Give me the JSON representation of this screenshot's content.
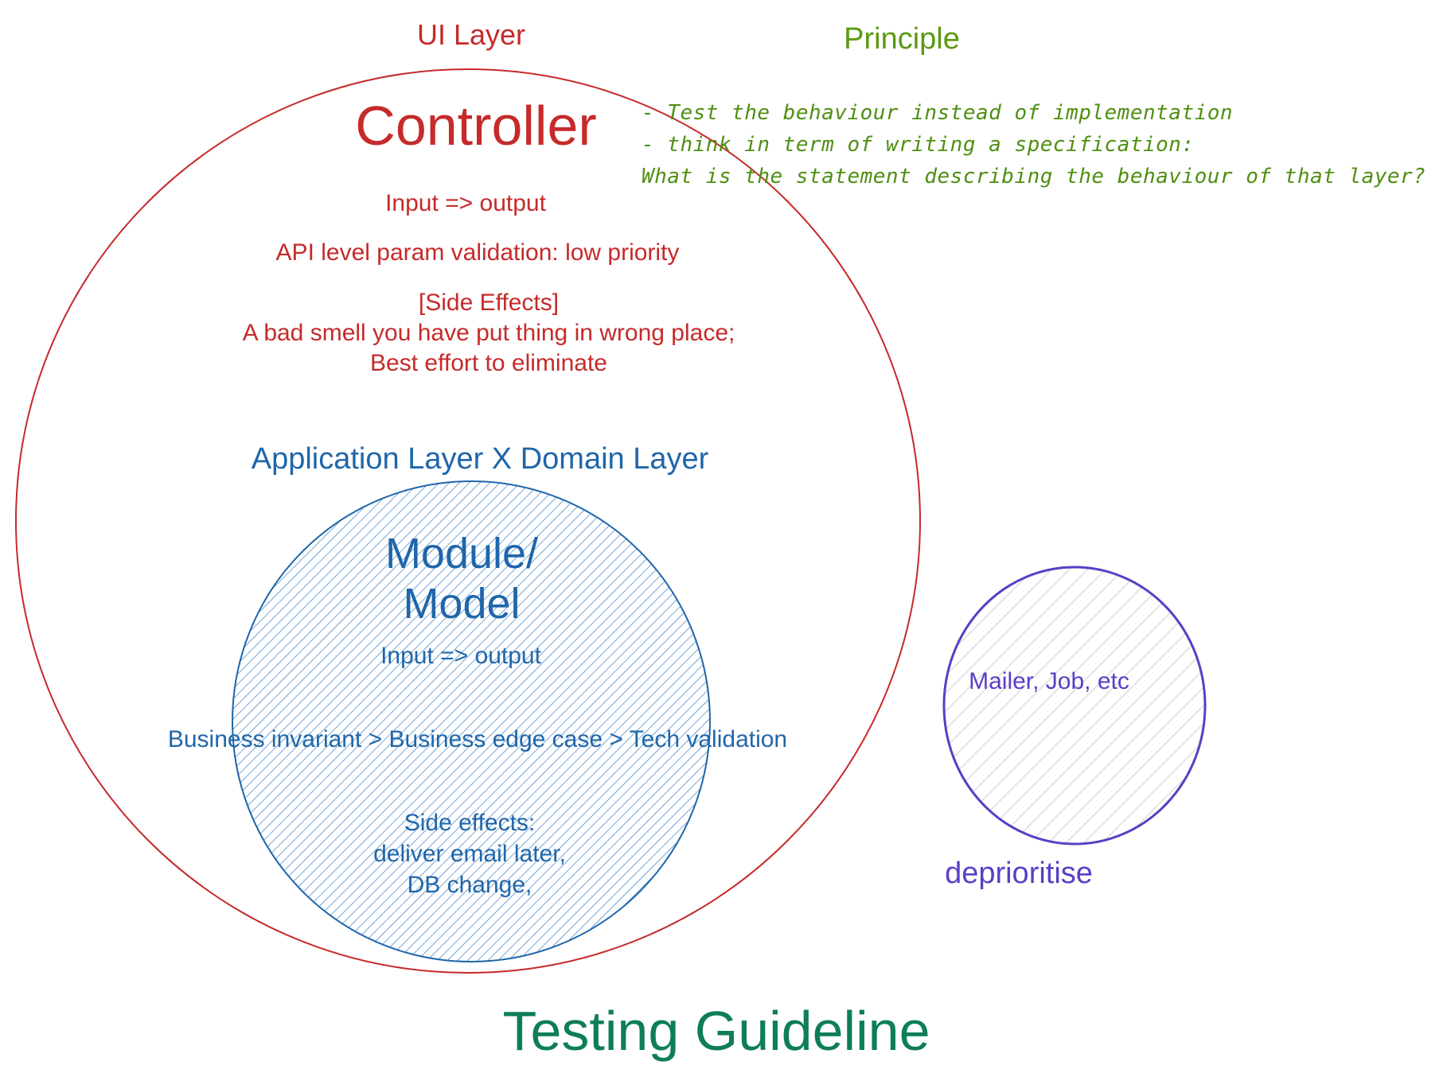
{
  "title": "Testing Guideline",
  "colors": {
    "ui_layer": "#c62a2a",
    "app_domain_layer": "#1f66aa",
    "principle": "#5a9a10",
    "deprioritise": "#5b3ec6",
    "title": "#0e7e56"
  },
  "ui_layer": {
    "heading": "UI Layer",
    "name": "Controller",
    "notes": [
      "Input => output",
      "API level param validation: low priority"
    ],
    "side_effects": [
      "[Side Effects]",
      "A bad smell you have put thing in wrong place;",
      "Best effort to eliminate"
    ]
  },
  "app_domain_layer": {
    "heading": "Application Layer X Domain Layer",
    "name": [
      "Module/",
      "Model"
    ],
    "io": "Input => output",
    "priority": "Business invariant > Business edge case > Tech validation",
    "side_effects": [
      "Side effects:",
      "deliver email later,",
      "DB change,"
    ]
  },
  "principle": {
    "heading": "Principle",
    "lines": [
      "- Test the behaviour instead of implementation",
      "- think in term of writing a specification:",
      "What is the statement describing the behaviour of that layer?"
    ]
  },
  "deprioritise": {
    "content": "Mailer, Job, etc",
    "label": "deprioritise"
  }
}
